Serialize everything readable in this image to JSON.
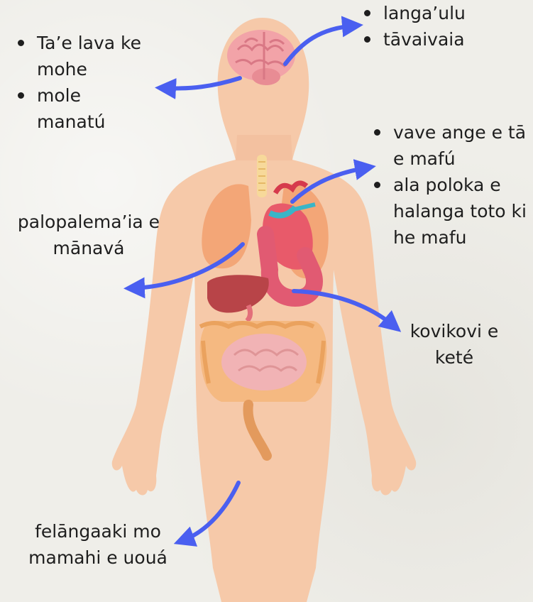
{
  "labels": {
    "brain_top": [
      "langa’ulu",
      "tāvaivaia"
    ],
    "brain_left": [
      "Ta’e lava ke mohe",
      "mole manatú"
    ],
    "heart": [
      "vave ange e tā e mafú",
      "ala poloka e halanga toto ki he mafu"
    ],
    "lungs": "palopalema’ia e mānavá",
    "stomach": "kovikovi e keté",
    "skin": "felāngaaki mo mamahi e uouá"
  },
  "colors": {
    "skin": "#f6c9a9",
    "arrow": "#4a5ff0",
    "text": "#1e1e1e"
  }
}
